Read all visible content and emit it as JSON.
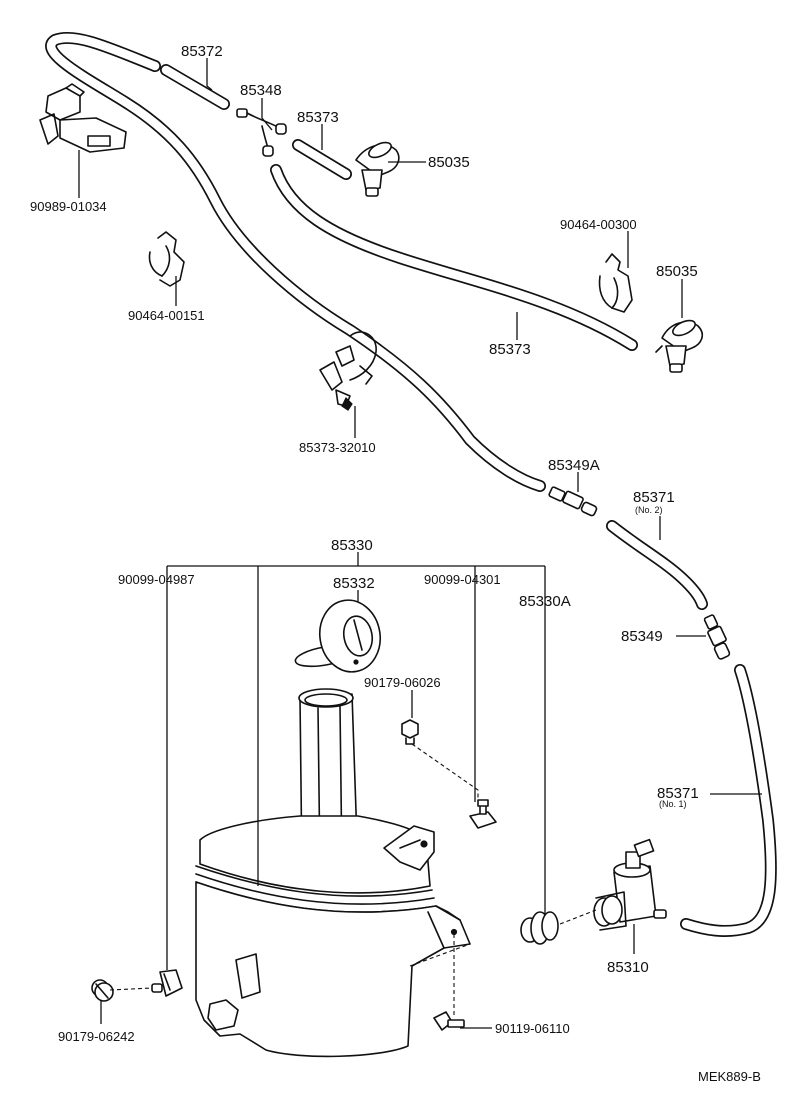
{
  "labels": {
    "p85372": "85372",
    "p85348": "85348",
    "p85373_top": "85373",
    "p85035_top": "85035",
    "p90989_01034": "90989-01034",
    "p90464_00300": "90464-00300",
    "p85035_right": "85035",
    "p90464_00151": "90464-00151",
    "p85373_mid": "85373",
    "p85373_32010": "85373-32010",
    "p85349A": "85349A",
    "p85371_no2": "85371",
    "p85371_no2_sub": "(No. 2)",
    "p85330": "85330",
    "p90099_04987": "90099-04987",
    "p85332": "85332",
    "p90099_04301": "90099-04301",
    "p85330A": "85330A",
    "p85349": "85349",
    "p90179_06026": "90179-06026",
    "p85371_no1": "85371",
    "p85371_no1_sub": "(No. 1)",
    "p85310": "85310",
    "p90179_06242": "90179-06242",
    "p90119_06110": "90119-06110",
    "diagram_code": "MEK889-B"
  }
}
